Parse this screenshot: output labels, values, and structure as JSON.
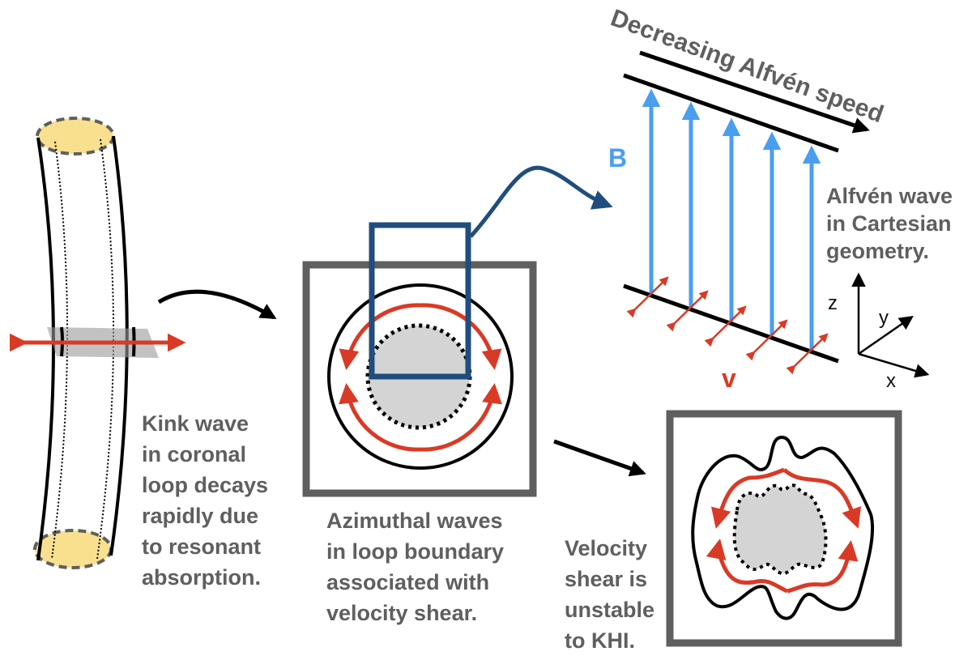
{
  "title_arrow": {
    "label": "Decreasing Alfvén speed"
  },
  "labels": {
    "B": "B",
    "v": "v",
    "x": "x",
    "y": "y",
    "z": "z"
  },
  "captions": {
    "kink": [
      "Kink wave",
      "in coronal",
      "loop decays",
      "rapidly due",
      "to resonant",
      "absorption."
    ],
    "azimuthal": [
      "Azimuthal waves",
      "in loop boundary",
      "associated with",
      "velocity shear."
    ],
    "khi": [
      "Velocity",
      "shear is",
      "unstable",
      "to KHI."
    ],
    "alfven": [
      "Alfvén wave",
      "in Cartesian",
      "geometry."
    ]
  },
  "colors": {
    "field_blue": "#4a9ef0",
    "velocity_red": "#d93a26",
    "zoom_box_blue": "#1f4e7e",
    "frame_gray": "#5f5f5f",
    "footpoint_yellow": "#f8e08e",
    "core_gray": "#d4d4d4",
    "text_gray": "#5f5f5f"
  }
}
